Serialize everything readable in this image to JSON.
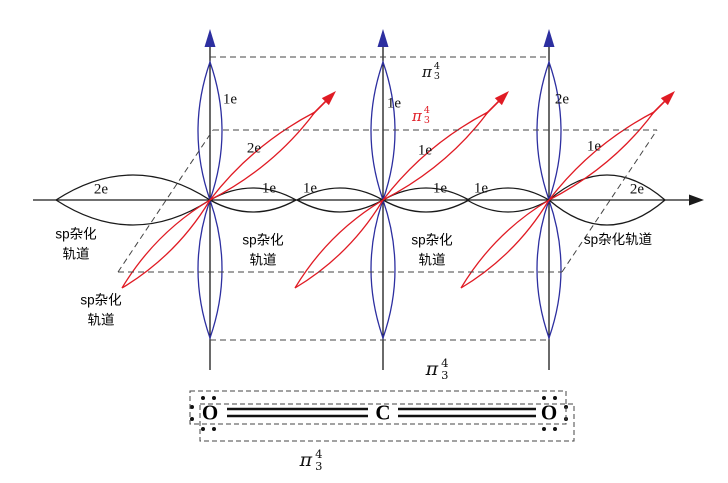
{
  "colors": {
    "p_vertical_orbital": "#2d2fa0",
    "p_diagonal_orbital": "#e01b24",
    "sp_orbital_and_axes": "#1a1a1a"
  },
  "pi": {
    "symbol": "π",
    "sub": "3",
    "sup": "4"
  },
  "electron_counts": {
    "p_vertical": [
      "1e",
      "1e",
      "2e"
    ],
    "p_diagonal": [
      "2e",
      "1e",
      "1e"
    ],
    "sp_axis": [
      "2e",
      "1e",
      "1e",
      "1e",
      "1e",
      "2e"
    ]
  },
  "sp_labels": {
    "two_line_first": "sp杂化",
    "two_line_second": "轨道",
    "one_line": "sp杂化轨道"
  },
  "lewis": {
    "o_left": "O",
    "c": "C",
    "o_right": "O"
  }
}
